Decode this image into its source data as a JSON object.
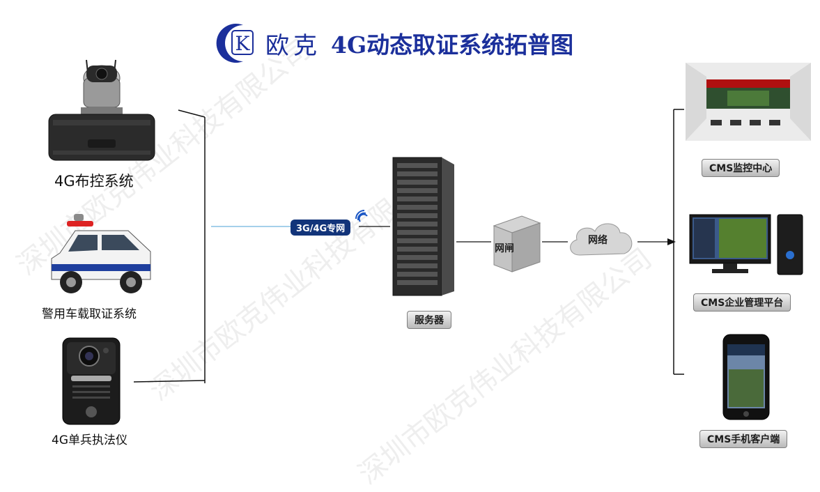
{
  "title": {
    "brand_name": "欧克",
    "text": "4G动态取证系统拓普图",
    "logo_letter": "K"
  },
  "watermark": "深圳市欧克伟业科技有限公司",
  "devices_left": [
    {
      "label": "4G布控系统",
      "icon": "ptz-camera-case-icon"
    },
    {
      "label": "警用车载取证系统",
      "icon": "police-car-icon"
    },
    {
      "label": "4G单兵执法仪",
      "icon": "body-camera-icon"
    }
  ],
  "network": {
    "label": "3G/4G专网",
    "icon": "wireless-signal-icon"
  },
  "server": {
    "label": "服务器",
    "icon": "server-rack-icon"
  },
  "gateway": {
    "label": "网闸",
    "icon": "gateway-box-icon"
  },
  "internet": {
    "label": "网络",
    "icon": "cloud-icon"
  },
  "clients_right": [
    {
      "label": "CMS监控中心",
      "icon": "monitoring-center-icon"
    },
    {
      "label": "CMS企业管理平台",
      "icon": "desktop-pc-icon"
    },
    {
      "label": "CMS手机客户端",
      "icon": "smartphone-icon"
    }
  ],
  "colors": {
    "title": "#1b2f9b",
    "network_badge": "#12347a"
  }
}
